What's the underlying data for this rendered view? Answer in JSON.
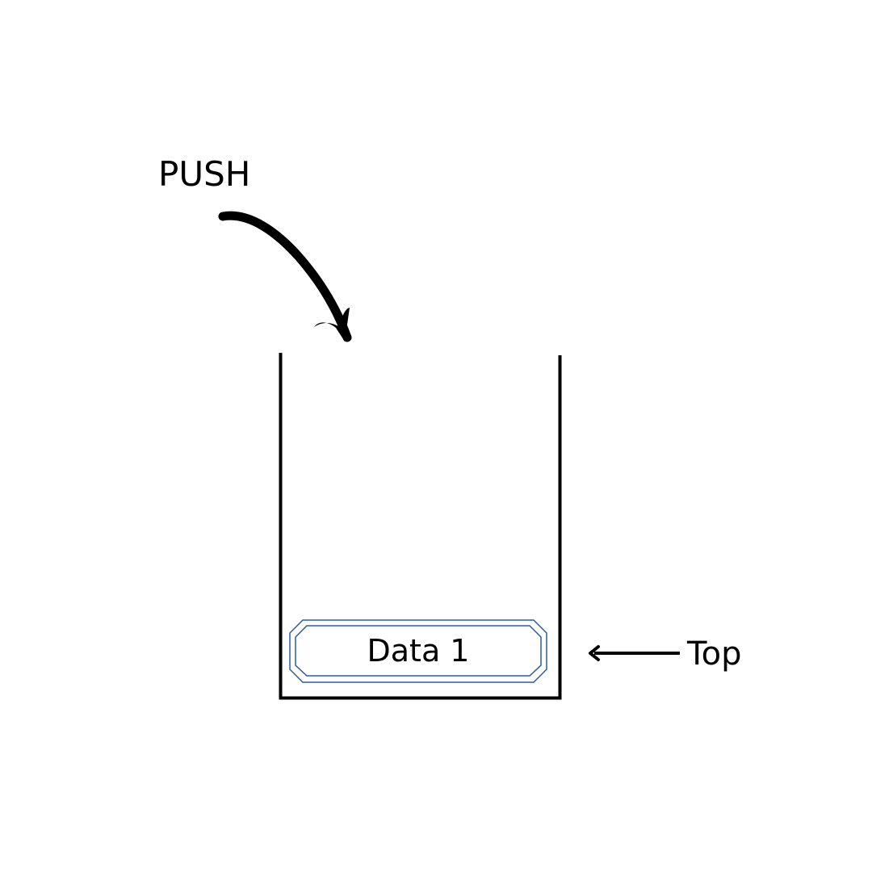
{
  "diagram": {
    "push_label": "PUSH",
    "item_label": "Data 1",
    "top_label": "Top",
    "colors": {
      "ink": "#000000",
      "item_border": "#2b5ba7",
      "background": "#ffffff"
    }
  }
}
